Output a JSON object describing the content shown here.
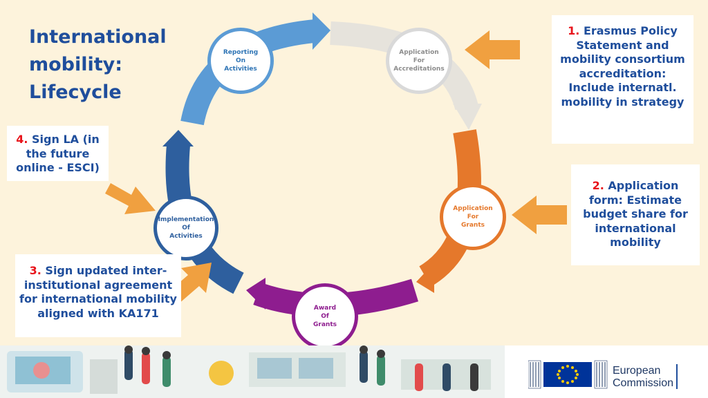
{
  "title": "International mobility: Lifecycle",
  "stages": {
    "reporting": [
      "Reporting",
      "On",
      "Activities"
    ],
    "accreditations": [
      "Application",
      "For",
      "Accreditations"
    ],
    "grants": [
      "Application",
      "For",
      "Grants"
    ],
    "award": [
      "Award",
      "Of",
      "Grants"
    ],
    "implementation": [
      "Implementation",
      "Of",
      "Activities"
    ]
  },
  "notes": {
    "n1": {
      "num": "1.",
      "text": "Erasmus Policy Statement and mobility consortium accreditation: Include internatl. mobility in strategy"
    },
    "n2": {
      "num": "2.",
      "text": "Application form: Estimate budget share for international mobility"
    },
    "n3": {
      "num": "3.",
      "text": "Sign updated inter-institutional agreement for international mobility aligned with KA171"
    },
    "n4": {
      "num": "4.",
      "text": "Sign LA (in the future online - ESCI)"
    }
  },
  "logo": {
    "line1": "European",
    "line2": "Commission"
  },
  "colors": {
    "title": "#1f4e9c",
    "number": "#e8141b",
    "reporting": "#5b9bd5",
    "accreditations": "#d9d9d9",
    "grants": "#e5782b",
    "award": "#8e1d8f",
    "implementation": "#2e5f9e",
    "callout_arrow": "#f0a040",
    "eu_flag": "#003399",
    "eu_stars": "#ffcc00"
  },
  "icons": [
    "right-arrow-icon",
    "eu-flag-icon",
    "commission-building-icon"
  ]
}
